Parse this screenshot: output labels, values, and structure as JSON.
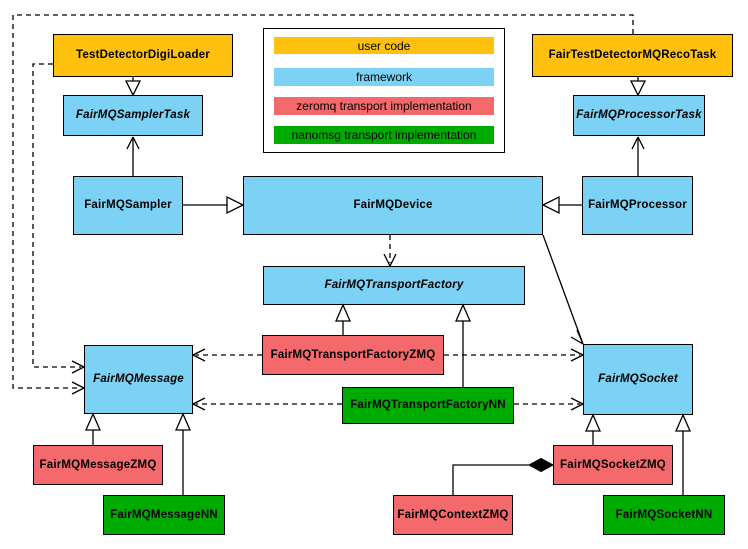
{
  "legend": {
    "items": [
      {
        "label": "user code",
        "color": "#FFC10E"
      },
      {
        "label": "framework",
        "color": "#7CD2F4"
      },
      {
        "label": "zeromq transport implementation",
        "color": "#F4696C"
      },
      {
        "label": "nanomsg transport implementation",
        "color": "#00AB00"
      }
    ]
  },
  "nodes": {
    "tddl": {
      "label": "TestDetectorDigiLoader",
      "category": "user code",
      "abstract": false
    },
    "ftdmrt": {
      "label": "FairTestDetectorMQRecoTask",
      "category": "user code",
      "abstract": false
    },
    "samplertask": {
      "label": "FairMQSamplerTask",
      "category": "framework",
      "abstract": true
    },
    "processortask": {
      "label": "FairMQProcessorTask",
      "category": "framework",
      "abstract": true
    },
    "sampler": {
      "label": "FairMQSampler",
      "category": "framework",
      "abstract": false
    },
    "device": {
      "label": "FairMQDevice",
      "category": "framework",
      "abstract": false
    },
    "processor": {
      "label": "FairMQProcessor",
      "category": "framework",
      "abstract": false
    },
    "tfactory": {
      "label": "FairMQTransportFactory",
      "category": "framework",
      "abstract": true
    },
    "tfactory_zmq": {
      "label": "FairMQTransportFactoryZMQ",
      "category": "zeromq transport implementation",
      "abstract": false
    },
    "tfactory_nn": {
      "label": "FairMQTransportFactoryNN",
      "category": "nanomsg transport implementation",
      "abstract": false
    },
    "message": {
      "label": "FairMQMessage",
      "category": "framework",
      "abstract": true
    },
    "socket": {
      "label": "FairMQSocket",
      "category": "framework",
      "abstract": true
    },
    "message_zmq": {
      "label": "FairMQMessageZMQ",
      "category": "zeromq transport implementation",
      "abstract": false
    },
    "message_nn": {
      "label": "FairMQMessageNN",
      "category": "nanomsg transport implementation",
      "abstract": false
    },
    "context_zmq": {
      "label": "FairMQContextZMQ",
      "category": "zeromq transport implementation",
      "abstract": false
    },
    "socket_zmq": {
      "label": "FairMQSocketZMQ",
      "category": "zeromq transport implementation",
      "abstract": false
    },
    "socket_nn": {
      "label": "FairMQSocketNN",
      "category": "nanomsg transport implementation",
      "abstract": false
    }
  },
  "edges": [
    {
      "from": "TestDetectorDigiLoader",
      "to": "FairMQSamplerTask",
      "kind": "inheritance"
    },
    {
      "from": "FairTestDetectorMQRecoTask",
      "to": "FairMQProcessorTask",
      "kind": "inheritance"
    },
    {
      "from": "FairMQSampler",
      "to": "FairMQDevice",
      "kind": "inheritance"
    },
    {
      "from": "FairMQProcessor",
      "to": "FairMQDevice",
      "kind": "inheritance"
    },
    {
      "from": "FairMQTransportFactoryZMQ",
      "to": "FairMQTransportFactory",
      "kind": "inheritance"
    },
    {
      "from": "FairMQTransportFactoryNN",
      "to": "FairMQTransportFactory",
      "kind": "inheritance"
    },
    {
      "from": "FairMQMessageZMQ",
      "to": "FairMQMessage",
      "kind": "inheritance"
    },
    {
      "from": "FairMQMessageNN",
      "to": "FairMQMessage",
      "kind": "inheritance"
    },
    {
      "from": "FairMQSocketZMQ",
      "to": "FairMQSocket",
      "kind": "inheritance"
    },
    {
      "from": "FairMQSocketNN",
      "to": "FairMQSocket",
      "kind": "inheritance"
    },
    {
      "from": "FairMQSampler",
      "to": "FairMQSamplerTask",
      "kind": "association"
    },
    {
      "from": "FairMQProcessor",
      "to": "FairMQProcessorTask",
      "kind": "association"
    },
    {
      "from": "FairMQDevice",
      "to": "FairMQSocket",
      "kind": "association"
    },
    {
      "from": "FairMQDevice",
      "to": "FairMQTransportFactory",
      "kind": "dependency"
    },
    {
      "from": "FairMQTransportFactoryZMQ",
      "to": "FairMQMessage",
      "kind": "dependency"
    },
    {
      "from": "FairMQTransportFactoryZMQ",
      "to": "FairMQSocket",
      "kind": "dependency"
    },
    {
      "from": "FairMQTransportFactoryNN",
      "to": "FairMQMessage",
      "kind": "dependency"
    },
    {
      "from": "FairMQTransportFactoryNN",
      "to": "FairMQSocket",
      "kind": "dependency"
    },
    {
      "from": "TestDetectorDigiLoader",
      "to": "FairMQMessage",
      "kind": "dependency"
    },
    {
      "from": "FairTestDetectorMQRecoTask",
      "to": "FairMQMessage",
      "kind": "dependency"
    },
    {
      "from": "FairMQSocketZMQ",
      "to": "FairMQContextZMQ",
      "kind": "composition"
    }
  ]
}
